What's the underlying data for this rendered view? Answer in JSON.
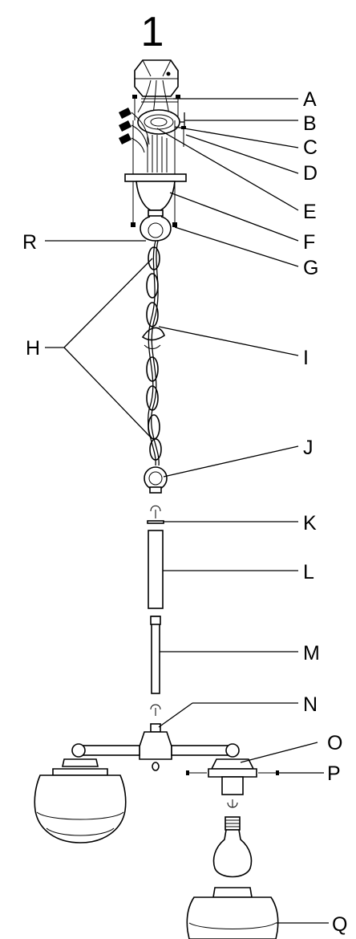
{
  "step_number": "1",
  "labels": {
    "A": "A",
    "B": "B",
    "C": "C",
    "D": "D",
    "E": "E",
    "F": "F",
    "G": "G",
    "H": "H",
    "I": "I",
    "J": "J",
    "K": "K",
    "L": "L",
    "M": "M",
    "N": "N",
    "O": "O",
    "P": "P",
    "Q": "Q",
    "R": "R"
  }
}
